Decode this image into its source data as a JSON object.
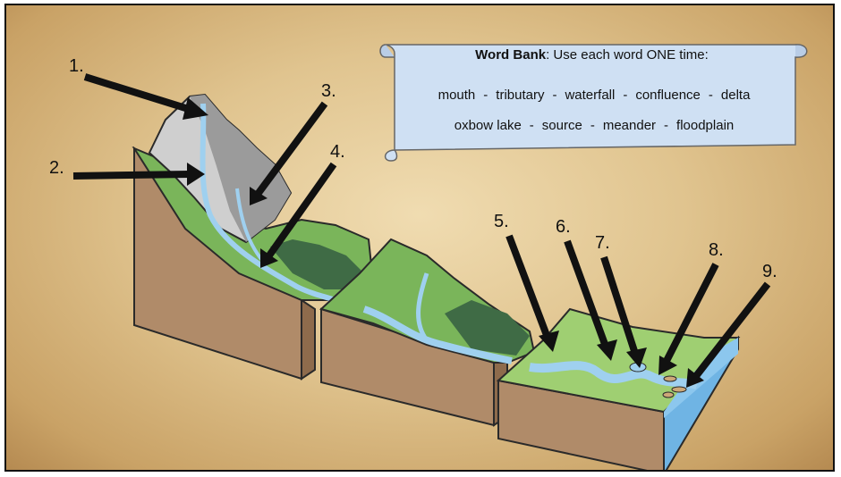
{
  "labels": [
    "1.",
    "2.",
    "3.",
    "4.",
    "5.",
    "6.",
    "7.",
    "8.",
    "9."
  ],
  "word_bank": {
    "title_bold": "Word Bank",
    "title_rest": ": Use each word ONE time:",
    "row1": [
      "mouth",
      "tributary",
      "waterfall",
      "confluence",
      "delta"
    ],
    "row2": [
      "oxbow lake",
      "source",
      "meander",
      "floodplain"
    ],
    "separator": "-"
  },
  "colors": {
    "background": "#e0c48f",
    "scroll": "#cfe0f3",
    "soil": "#b18d6c",
    "grass": "#7fba5a",
    "water": "#9fd0ef",
    "arrow": "#111111"
  }
}
